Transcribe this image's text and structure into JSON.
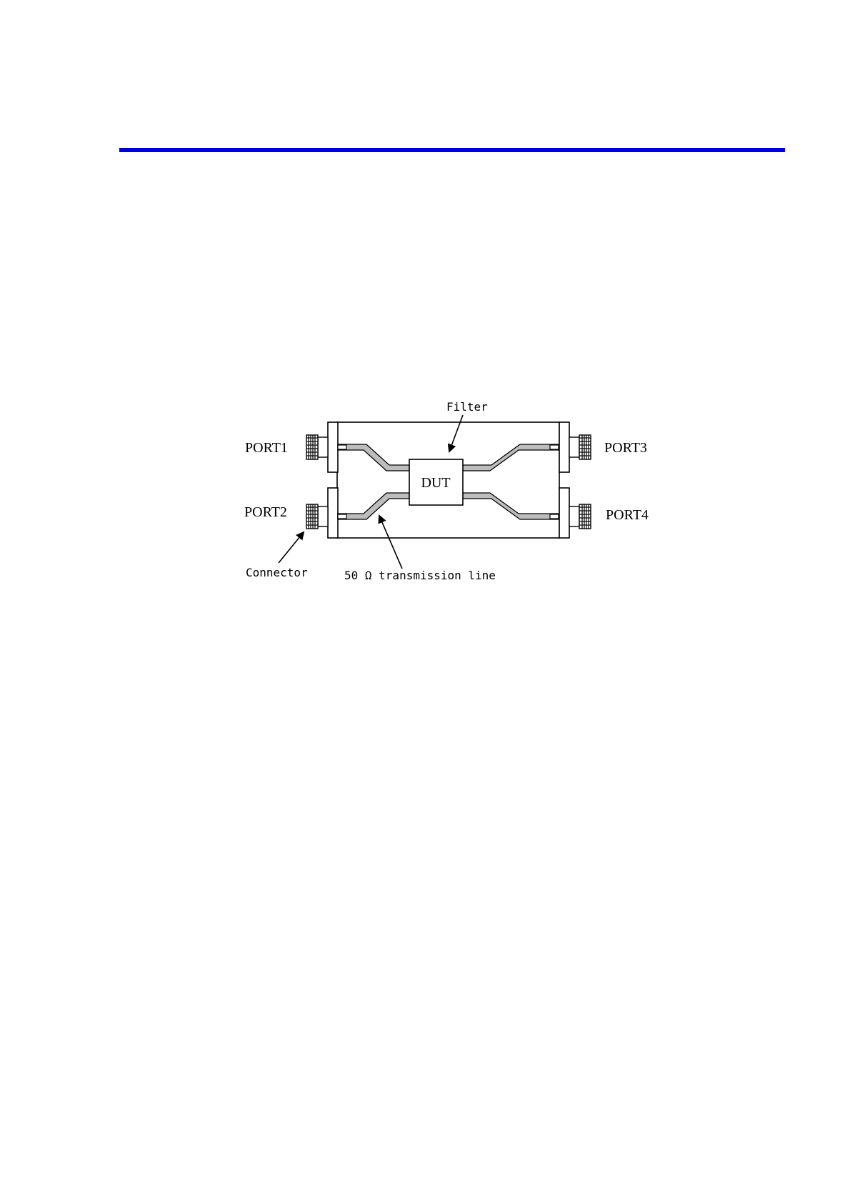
{
  "colors": {
    "header_rule": "#0000dd",
    "line": "#000000",
    "trace_fill": "#bdbdbd"
  },
  "diagram": {
    "ports": {
      "port1": "PORT1",
      "port2": "PORT2",
      "port3": "PORT3",
      "port4": "PORT4"
    },
    "dut_label": "DUT",
    "callouts": {
      "filter": "Filter",
      "connector": "Connector",
      "transmission_line": "50 Ω transmission line"
    }
  }
}
